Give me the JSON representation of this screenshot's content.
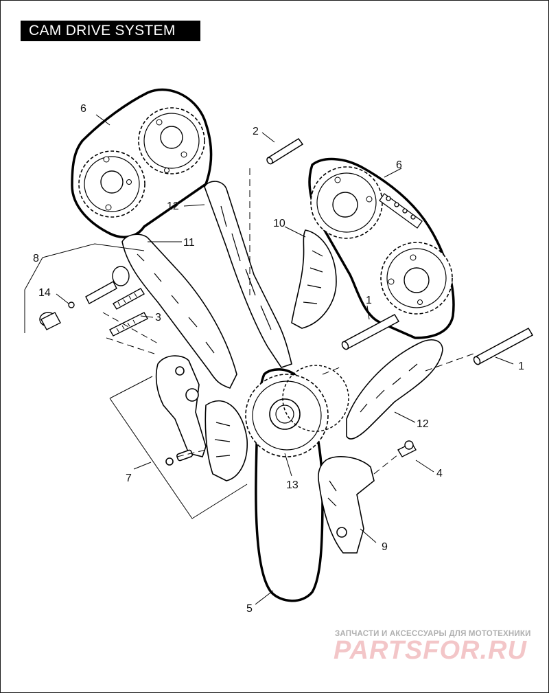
{
  "title": "CAM DRIVE SYSTEM",
  "callouts": {
    "c1a": "1",
    "c1b": "1",
    "c2": "2",
    "c3": "3",
    "c4": "4",
    "c5": "5",
    "c6a": "6",
    "c6b": "6",
    "c7": "7",
    "c8": "8",
    "c9": "9",
    "c10": "10",
    "c11": "11",
    "c12a": "12",
    "c12b": "12",
    "c13": "13",
    "c14": "14"
  },
  "watermark": {
    "caption": "ЗАПЧАСТИ И АКСЕССУАРЫ ДЛЯ МОТОТЕХНИКИ",
    "logo": "PARTSFOR.RU"
  }
}
